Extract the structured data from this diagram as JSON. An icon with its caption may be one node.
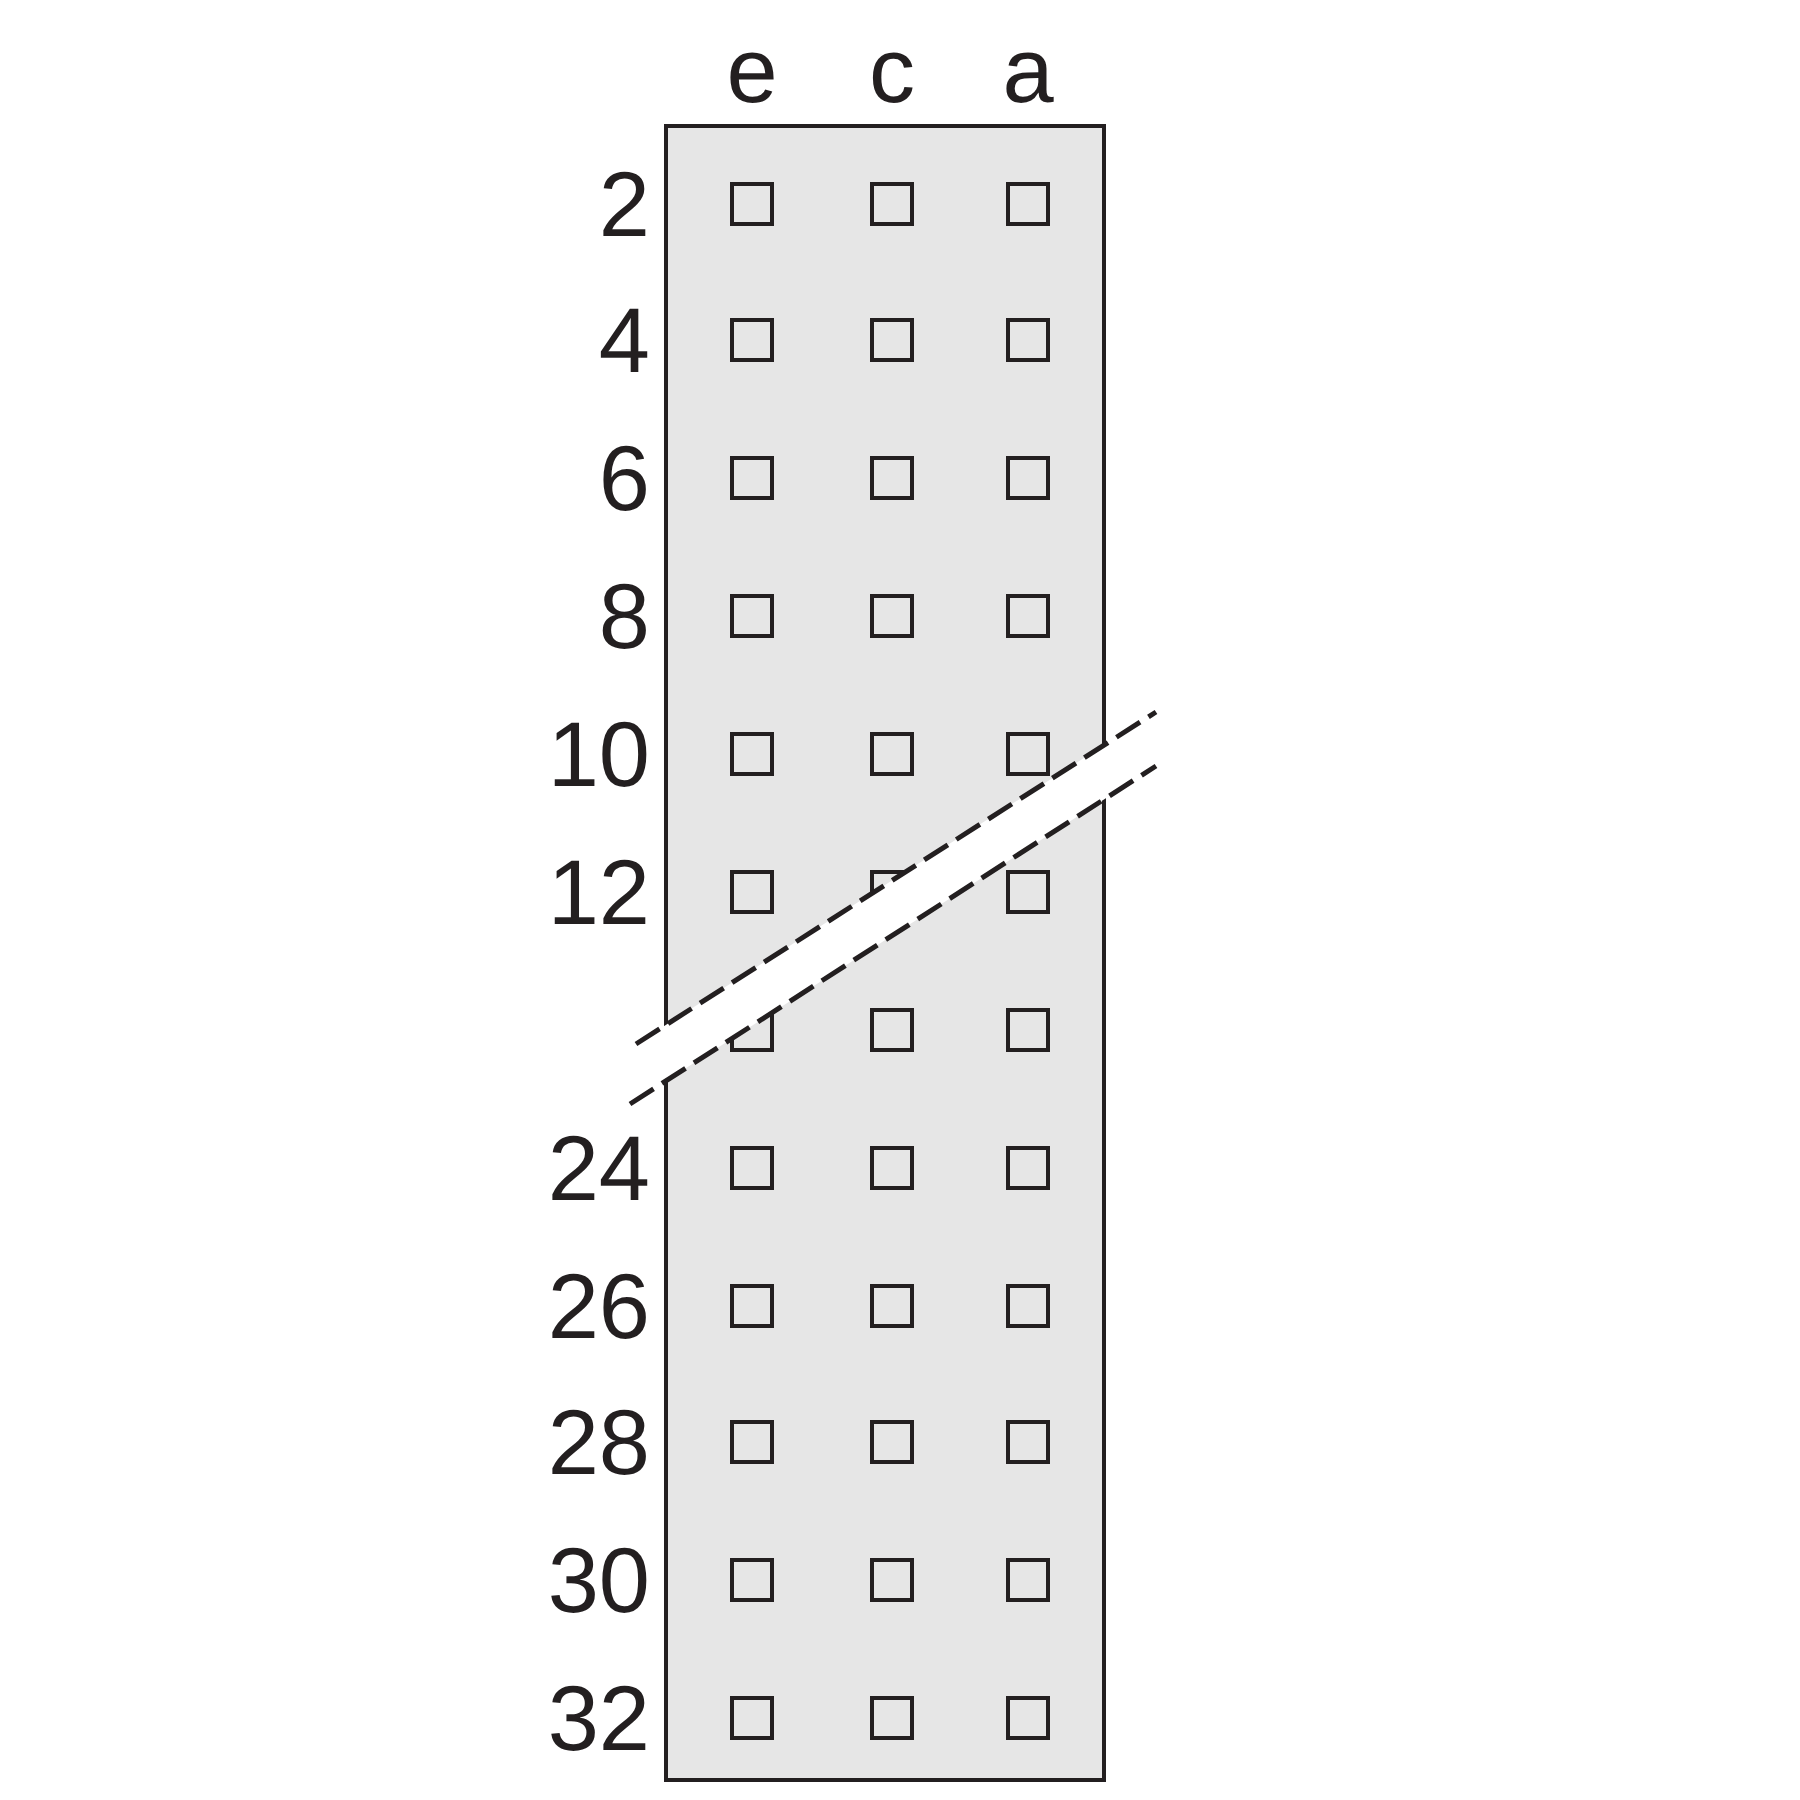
{
  "diagram": {
    "labels": [
      "e",
      "c",
      "a",
      "2",
      "4",
      "6",
      "8",
      "10",
      "12",
      "24",
      "26",
      "28",
      "30",
      "32"
    ]
  }
}
